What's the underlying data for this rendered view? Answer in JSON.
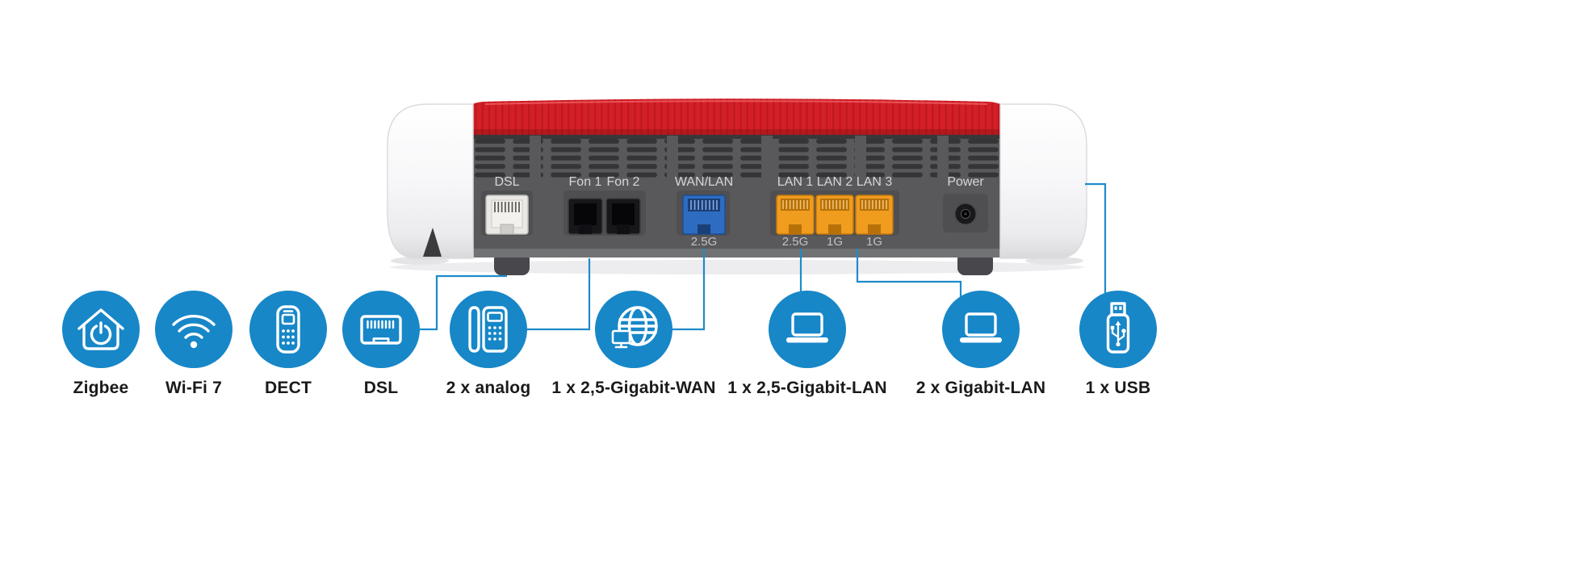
{
  "colors": {
    "brand_blue": "#1787c8",
    "line_blue": "#1e8bca",
    "brand_red": "#d51f26",
    "rib_red": "#a8141c",
    "panel_gray": "#59595b",
    "port_blue": "#2e6cc2",
    "port_orange": "#f09c1e",
    "label_light": "#d6d6d8",
    "text_dark": "#1a1a1a"
  },
  "device": {
    "ports": [
      {
        "label": "DSL"
      },
      {
        "label": "Fon 1"
      },
      {
        "label": "Fon 2"
      },
      {
        "label": "WAN/LAN",
        "speed": "2.5G"
      },
      {
        "label": "LAN 1",
        "speed": "2.5G"
      },
      {
        "label": "LAN 2",
        "speed": "1G"
      },
      {
        "label": "LAN 3",
        "speed": "1G"
      },
      {
        "label": "Power"
      }
    ]
  },
  "features": [
    {
      "icon": "smart-home-icon",
      "label": "Zigbee"
    },
    {
      "icon": "wifi-icon",
      "label": "Wi-Fi 7"
    },
    {
      "icon": "cordless-phone-icon",
      "label": "DECT"
    },
    {
      "icon": "rj-plug-icon",
      "label": "DSL"
    },
    {
      "icon": "analog-phone-icon",
      "label": "2 x analog"
    },
    {
      "icon": "globe-icon",
      "label": "1 x 2,5-Gigabit-WAN"
    },
    {
      "icon": "laptop-icon",
      "label": "1 x 2,5-Gigabit-LAN"
    },
    {
      "icon": "laptop-icon",
      "label": "2 x Gigabit-LAN"
    },
    {
      "icon": "usb-stick-icon",
      "label": "1 x USB"
    }
  ]
}
